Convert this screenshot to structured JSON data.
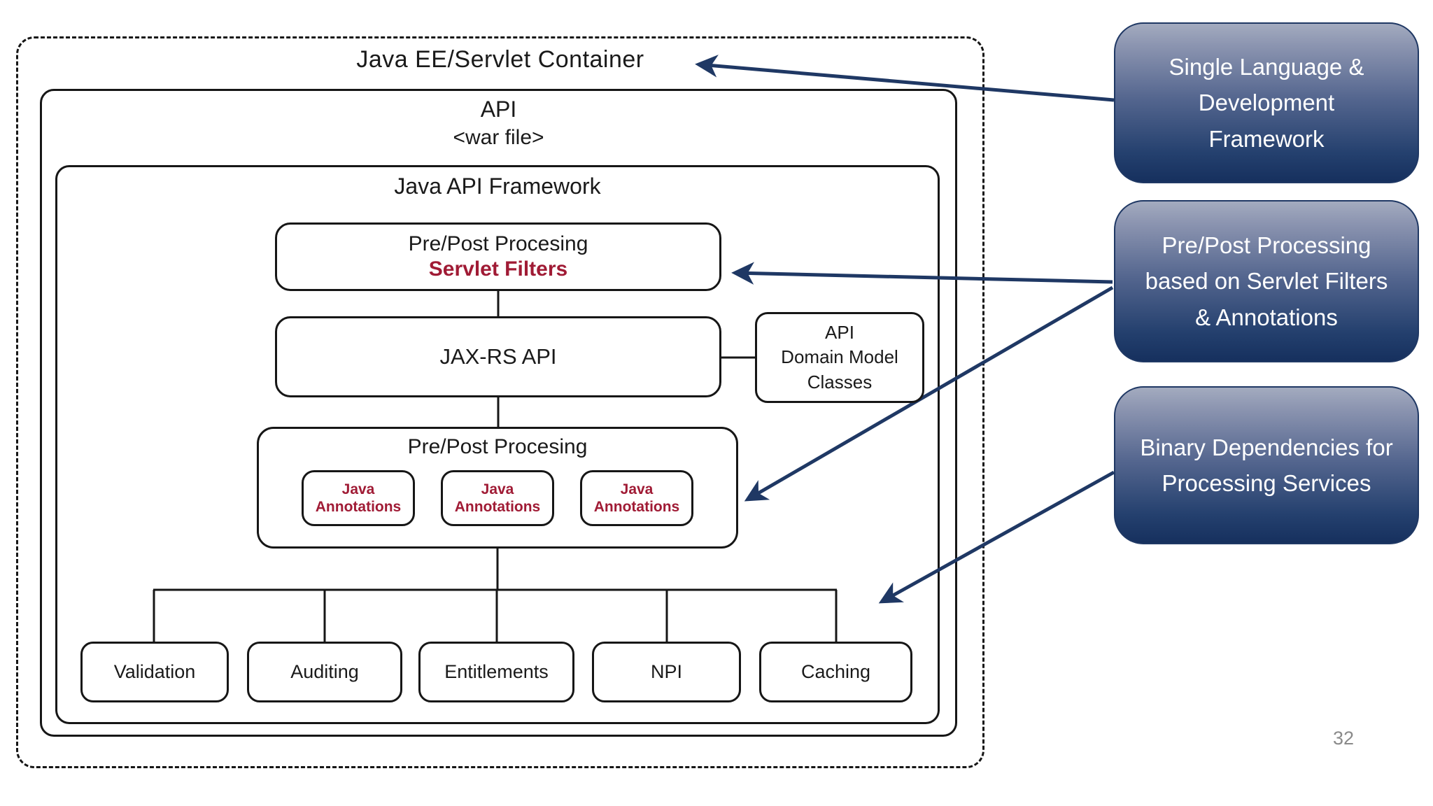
{
  "slide": {
    "page_number": "32"
  },
  "colors": {
    "navy": "#1F3864",
    "red": "#A01B35",
    "line_black": "#161616",
    "gray": "#8a8a8a"
  },
  "diagram": {
    "container_title": "Java EE/Servlet Container",
    "api_box": {
      "title": "API",
      "subtitle": "<war file>"
    },
    "framework_box": {
      "title": "Java API Framework"
    },
    "servlet_filters_box": {
      "line1": "Pre/Post Procesing",
      "line2": "Servlet Filters"
    },
    "jaxrs_box": {
      "label": "JAX-RS API"
    },
    "domain_model_box": {
      "lines": [
        "API",
        "Domain Model",
        "Classes"
      ]
    },
    "prepost_box": {
      "title": "Pre/Post Procesing",
      "annotations": [
        {
          "line1": "Java",
          "line2": "Annotations"
        },
        {
          "line1": "Java",
          "line2": "Annotations"
        },
        {
          "line1": "Java",
          "line2": "Annotations"
        }
      ]
    },
    "services": [
      "Validation",
      "Auditing",
      "Entitlements",
      "NPI",
      "Caching"
    ]
  },
  "callouts": [
    {
      "lines": [
        "Single Language &",
        "Development",
        "Framework"
      ]
    },
    {
      "lines": [
        "Pre/Post Processing",
        "based on Servlet Filters",
        "& Annotations"
      ]
    },
    {
      "lines": [
        "Binary Dependencies for",
        "Processing Services"
      ]
    }
  ]
}
